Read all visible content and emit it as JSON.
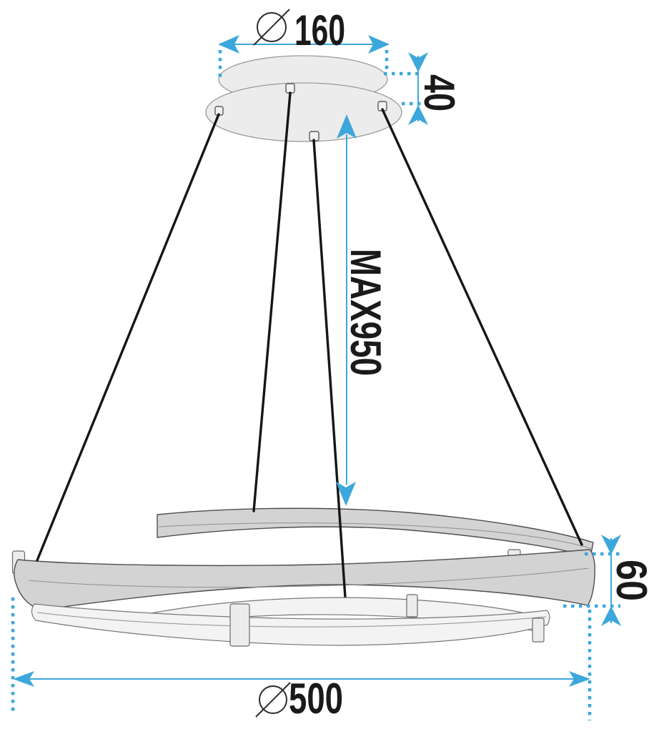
{
  "meta": {
    "description": "Technical dimension drawing of a two-ring LED pendant ceiling lamp",
    "background_color": "#ffffff",
    "accent_color": "#3CA7DA",
    "text_color": "#1a1a1a"
  },
  "dimensions": {
    "canopy_diameter": {
      "value": "160",
      "has_diameter_symbol": true,
      "orientation": "horizontal",
      "position": "top"
    },
    "canopy_height": {
      "value": "40",
      "has_diameter_symbol": false,
      "orientation": "vertical",
      "position": "top-right"
    },
    "max_drop": {
      "value": "MAX950",
      "has_diameter_symbol": false,
      "orientation": "vertical",
      "position": "center"
    },
    "ring_height": {
      "value": "60",
      "has_diameter_symbol": false,
      "orientation": "vertical",
      "position": "right"
    },
    "ring_diameter": {
      "value": "500",
      "has_diameter_symbol": true,
      "orientation": "horizontal",
      "position": "bottom"
    }
  }
}
